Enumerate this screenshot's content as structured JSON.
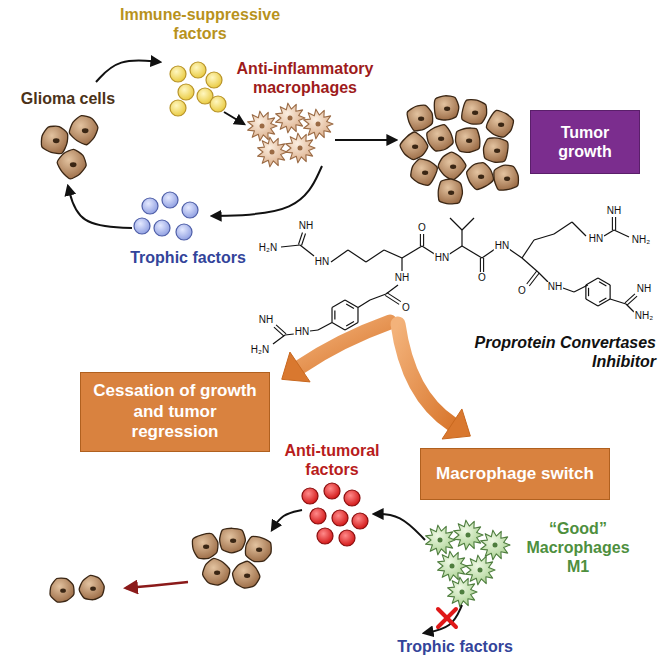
{
  "diagram": {
    "nodes": [
      {
        "text": [
          "Tumor growth"
        ]
      },
      {
        "text": [
          "Cessation of growth and tumor regression"
        ]
      },
      {
        "text": [
          "Macrophage switch"
        ]
      }
    ],
    "labels": [
      "Immune-suppressive factors",
      "Anti-inflammatory macrophages",
      "Glioma cells",
      "Trophic factors",
      "Proprotein Convertases Inhibitor",
      "Anti-tumoral factors",
      "“Good” Macrophages M1",
      "Trophic factors",
      "NH",
      "H₂N",
      "HN",
      "NH",
      "O",
      "HN",
      "NH",
      "H₂N",
      "O",
      "HN",
      "O",
      "HN",
      "HN",
      "NH",
      "NH₂",
      "O",
      "NH",
      "NH",
      "NH₂"
    ]
  }
}
